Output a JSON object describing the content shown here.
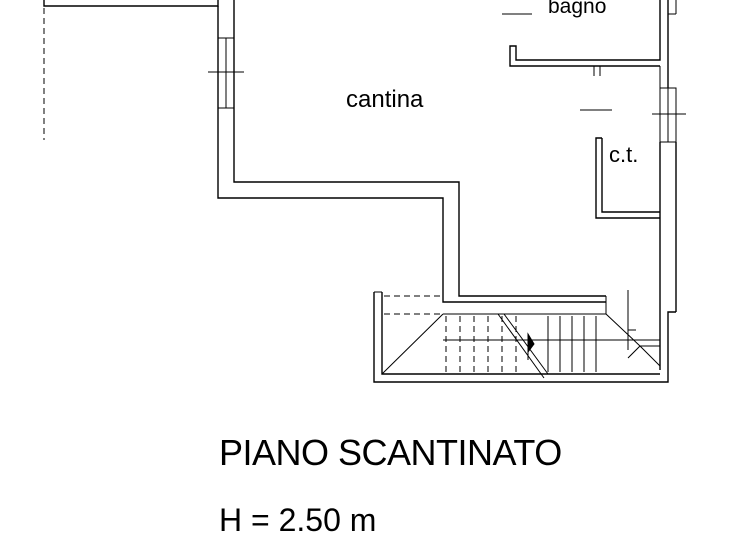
{
  "rooms": {
    "cantina": "cantina",
    "bagno": "bagno",
    "ct": "c.t."
  },
  "floor": {
    "title": "PIANO SCANTINATO",
    "height": "H = 2.50 m"
  }
}
